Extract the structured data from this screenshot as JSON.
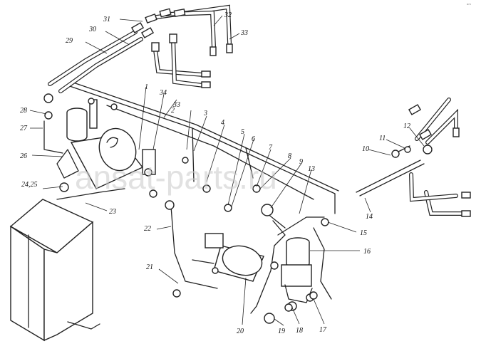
{
  "watermark": "ansat-parts.ru",
  "corner_mark": "ᵃᵐ",
  "callouts": [
    "1",
    "2",
    "3",
    "4",
    "5",
    "6",
    "7",
    "8",
    "9",
    "10",
    "11",
    "12",
    "13",
    "14",
    "15",
    "16",
    "17",
    "18",
    "19",
    "20",
    "21",
    "22",
    "23",
    "24,25",
    "26",
    "27",
    "28",
    "29",
    "30",
    "31",
    "32",
    "33",
    "33",
    "34"
  ]
}
